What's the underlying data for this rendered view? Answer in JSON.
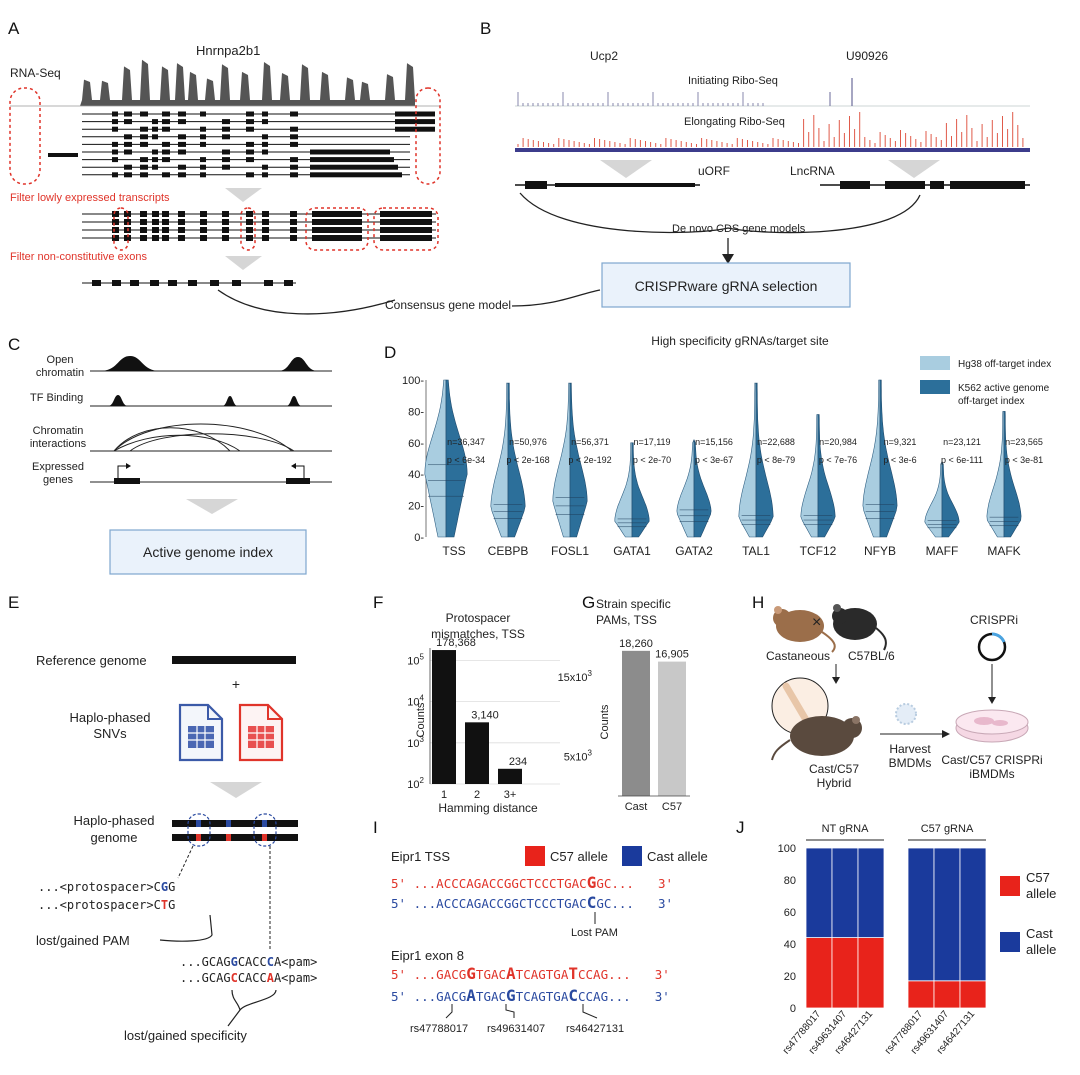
{
  "panels": {
    "A": "A",
    "B": "B",
    "C": "C",
    "D": "D",
    "E": "E",
    "F": "F",
    "G": "G",
    "H": "H",
    "I": "I",
    "J": "J"
  },
  "A": {
    "gene": "Hnrnpa2b1",
    "rnaseq": "RNA-Seq",
    "filter1": "Filter lowly expressed transcripts",
    "filter2": "Filter non-constitutive exons",
    "consensus": "Consensus gene model"
  },
  "B": {
    "gene1": "Ucp2",
    "gene2": "U90926",
    "initiating": "Initiating Ribo-Seq",
    "elongating": "Elongating Ribo-Seq",
    "uorf": "uORF",
    "lncrna": "LncRNA",
    "denovo": "De novo CDS gene models",
    "selection": "CRISPRware gRNA selection"
  },
  "C": {
    "open1": "Open",
    "open2": "chromatin",
    "tf": "TF Binding",
    "chrom1": "Chromatin",
    "chrom2": "interactions",
    "expr1": "Expressed",
    "expr2": "genes",
    "index": "Active genome index"
  },
  "E": {
    "reference": "Reference genome",
    "plus": "+",
    "haplo1": "Haplo-phased",
    "haplo2": "SNVs",
    "hgenome1": "Haplo-phased",
    "hgenome2": "genome",
    "seq1a": "...<protospacer>C",
    "seq1b": "G",
    "seq1c": "G",
    "seq2a": "...<protospacer>C",
    "seq2b": "T",
    "seq2c": "G",
    "lostpam": "lost/gained PAM",
    "seq3a": "...GCAG",
    "seq3b": "G",
    "seq3c": "CACC",
    "seq3d": "C",
    "seq3e": "A<pam>",
    "seq4a": "...GCAG",
    "seq4b": "C",
    "seq4c": "CACC",
    "seq4d": "A",
    "seq4e": "A<pam>",
    "lostspec": "lost/gained specificity"
  },
  "I": {
    "tss": "Eipr1 TSS",
    "c57": "C57 allele",
    "cast": "Cast allele",
    "c57color": "#e8231b",
    "castcolor": "#1a3a9c",
    "s1_5": "5'",
    "s1a": " ...ACCCAGACCGGCTCCCTGAC",
    "s1b": "G",
    "s1c": "GC...",
    "s1_3": "3'",
    "s2_5": "5'",
    "s2a": " ...ACCCAGACCGGCTCCCTGAC",
    "s2b": "C",
    "s2c": "GC...",
    "s2_3": "3'",
    "lostpam": "Lost PAM",
    "exon": "Eipr1 exon 8",
    "e1a": " ...GACG",
    "e1b": "G",
    "e1c": "TGAC",
    "e1d": "A",
    "e1e": "TCAGTGA",
    "e1f": "T",
    "e1g": "CCAG...",
    "e2a": " ...GACG",
    "e2b": "A",
    "e2c": "TGAC",
    "e2d": "G",
    "e2e": "TCAGTGA",
    "e2f": "C",
    "e2g": "CCAG...",
    "rs1": "rs47788017",
    "rs2": "rs49631407",
    "rs3": "rs46427131"
  },
  "H": {
    "castaneous": "Castaneous",
    "cross": "×",
    "c57bl": "C57BL/6",
    "crispri": "CRISPRi",
    "hybrid1": "Cast/C57",
    "hybrid2": "Hybrid",
    "harvest1": "Harvest",
    "harvest2": "BMDMs",
    "ibmdm1": "Cast/C57 CRISPRi",
    "ibmdm2": "iBMDMs"
  },
  "chart_data": [
    {
      "panel": "D",
      "type": "violin",
      "title": "High specificity gRNAs/target site",
      "xlabel": "",
      "ylabel": "",
      "ylim": [
        0,
        100
      ],
      "yticks": [
        "0-",
        "20-",
        "40-",
        "60-",
        "80-",
        "100-"
      ],
      "legend": [
        {
          "name": "Hg38 off-target index",
          "color": "#a9cde0"
        },
        {
          "name": "K562 active genome",
          "name2": "off-target index",
          "color": "#2c6f9a"
        }
      ],
      "categories": [
        "TSS",
        "CEBPB",
        "FOSL1",
        "GATA1",
        "GATA2",
        "TAL1",
        "TCF12",
        "NFYB",
        "MAFF",
        "MAFK"
      ],
      "n_labels": [
        "n=36,347",
        "n=50,976",
        "n=56,371",
        "n=17,119",
        "n=15,156",
        "n=22,688",
        "n=20,984",
        "n=9,321",
        "n=23,121",
        "n=23,565"
      ],
      "p_labels": [
        "p < 6e-34",
        "p < 2e-168",
        "p < 2e-192",
        "p < 2e-70",
        "p < 3e-67",
        "p < 8e-79",
        "p < 7e-76",
        "p < 3e-6",
        "p < 6e-111",
        "p < 3e-81"
      ],
      "max": [
        100,
        98,
        98,
        60,
        62,
        98,
        78,
        100,
        48,
        80
      ],
      "bulk": [
        40,
        18,
        22,
        10,
        15,
        12,
        12,
        18,
        9,
        11
      ],
      "colors": {
        "left": "#a9cde0",
        "right": "#2c6f9a"
      }
    },
    {
      "panel": "F",
      "type": "bar",
      "title1": "Protospacer",
      "title2": "mismatches,  TSS",
      "xlabel": "Hamming distance",
      "ylabel": "Counts",
      "scale": "log",
      "yticks": [
        {
          "base": "10",
          "exp": "5",
          "v": 100000
        },
        {
          "base": "10",
          "exp": "4",
          "v": 10000
        },
        {
          "base": "10",
          "exp": "3",
          "v": 1000
        },
        {
          "base": "10",
          "exp": "2",
          "v": 100
        }
      ],
      "ylim": [
        100,
        200000
      ],
      "categories": [
        "1",
        "2",
        "3+"
      ],
      "values": [
        178368,
        3140,
        234
      ],
      "value_labels": [
        "178,368",
        "3,140",
        "234"
      ],
      "color": "#111111"
    },
    {
      "panel": "G",
      "type": "bar",
      "title1": "Strain specific",
      "title2": "PAMs, TSS",
      "ylabel": "Counts",
      "yticks": [
        {
          "base": "15x10",
          "exp": "3",
          "v": 15000
        },
        {
          "base": "5x10",
          "exp": "3",
          "v": 5000
        }
      ],
      "ylim": [
        0,
        20000
      ],
      "categories": [
        "Cast",
        "C57"
      ],
      "values": [
        18260,
        16905
      ],
      "value_labels": [
        "18,260",
        "16,905"
      ],
      "colors": [
        "#8c8c8c",
        "#c8c8c8"
      ]
    },
    {
      "panel": "J",
      "type": "stacked-bar",
      "ylim": [
        0,
        100
      ],
      "yticks": [
        "0",
        "20",
        "40",
        "60",
        "80",
        "100"
      ],
      "groups": [
        {
          "name": "NT gRNA"
        },
        {
          "name": "C57 gRNA"
        }
      ],
      "categories": [
        "rs47788017",
        "rs49631407",
        "rs46427131",
        "rs47788017",
        "rs49631407",
        "rs46427131"
      ],
      "series": [
        {
          "name": "C57 allele",
          "name1": "C57",
          "name2": "allele",
          "color": "#e8231b",
          "values": [
            44,
            44,
            44,
            17,
            17,
            17
          ]
        },
        {
          "name": "Cast allele",
          "name1": "Cast",
          "name2": "allele",
          "color": "#1a3a9c",
          "values": [
            56,
            56,
            56,
            83,
            83,
            83
          ]
        }
      ]
    }
  ]
}
